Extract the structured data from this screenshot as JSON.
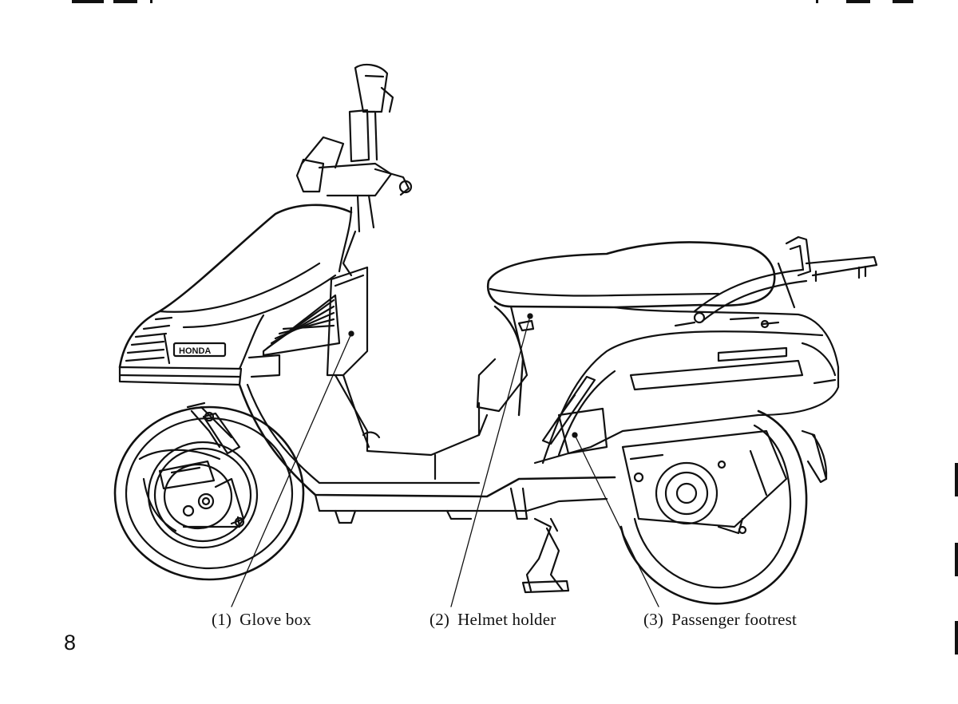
{
  "figure": {
    "brand_text": "HONDA",
    "callouts": [
      {
        "number": "(1)",
        "label": "Glove box"
      },
      {
        "number": "(2)",
        "label": "Helmet holder"
      },
      {
        "number": "(3)",
        "label": "Passenger footrest"
      }
    ]
  },
  "page": {
    "number": "8"
  },
  "colors": {
    "ink": "#111111",
    "paper": "#ffffff"
  }
}
